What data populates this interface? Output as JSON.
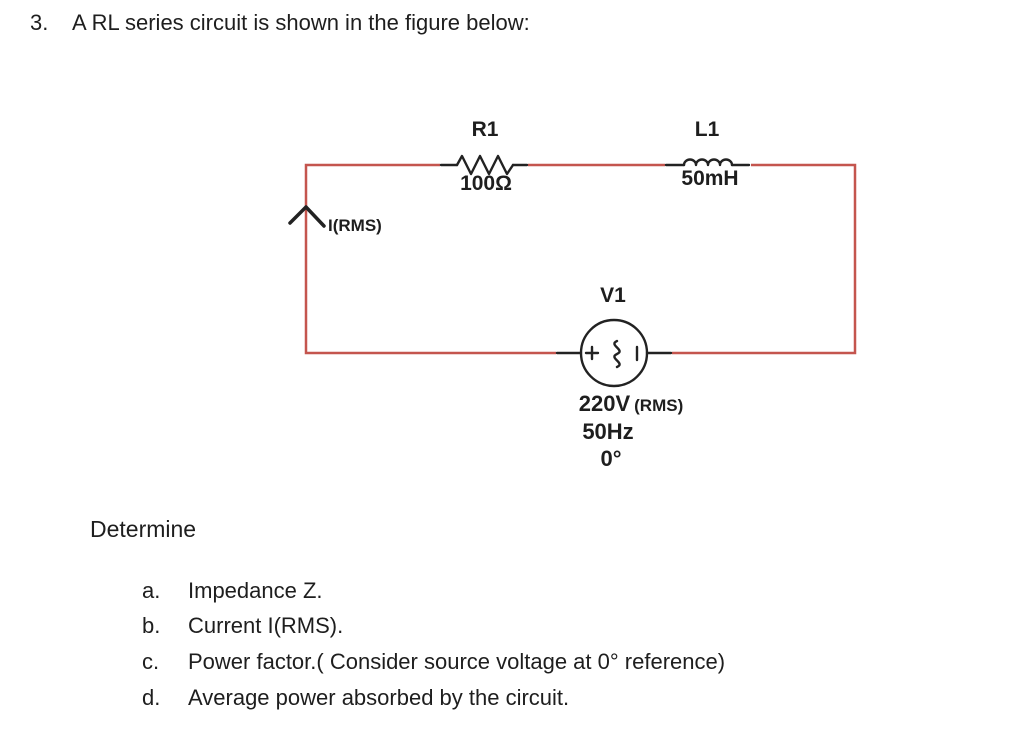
{
  "problem": {
    "number": "3.",
    "statement": "A RL series circuit is shown in the figure below:"
  },
  "circuit": {
    "wire_color": "#c4554e",
    "symbol_color": "#222222",
    "resistor": {
      "ref": "R1",
      "value": "100Ω"
    },
    "inductor": {
      "ref": "L1",
      "value": "50mH"
    },
    "source": {
      "ref": "V1",
      "voltage": "220V",
      "voltage_qualifier": "(RMS)",
      "frequency": "50Hz",
      "phase": "0°"
    },
    "current_label": "I(RMS)"
  },
  "determine": {
    "heading": "Determine",
    "items": [
      {
        "letter": "a.",
        "text": "Impedance Z."
      },
      {
        "letter": "b.",
        "text": "Current I(RMS)."
      },
      {
        "letter": "c.",
        "text": "Power factor.( Consider source voltage at 0° reference)"
      },
      {
        "letter": "d.",
        "text": "Average power absorbed by the circuit."
      }
    ]
  }
}
